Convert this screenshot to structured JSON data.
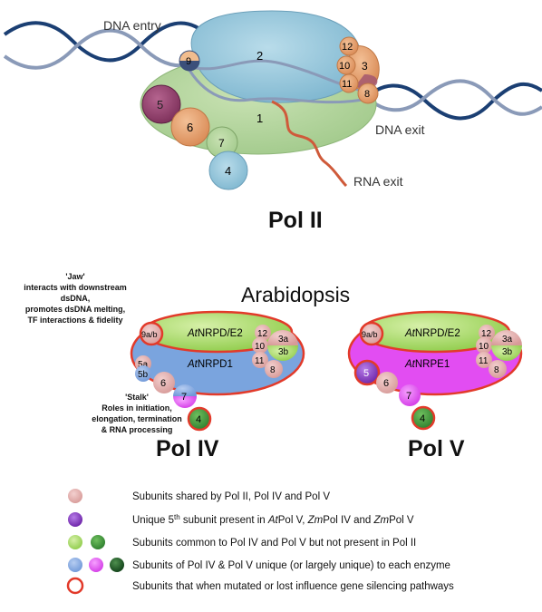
{
  "polII": {
    "title": "Pol II",
    "dna_entry": "DNA entry",
    "dna_exit": "DNA exit",
    "rna_exit": "RNA exit",
    "subunits": [
      "1",
      "2",
      "3",
      "4",
      "5",
      "6",
      "7",
      "8",
      "9",
      "10",
      "11",
      "12"
    ]
  },
  "arabidopsis": {
    "title": "Arabidopsis",
    "jaw_title": "'Jaw'",
    "jaw_lines": [
      "interacts with downstream",
      "dsDNA,",
      "promotes dsDNA melting,",
      "TF interactions & fidelity"
    ],
    "stalk_title": "'Stalk'",
    "stalk_lines": [
      "Roles in initiation,",
      "elongation, termination",
      "& RNA processing"
    ],
    "pol4": {
      "title": "Pol IV",
      "top_prefix": "At",
      "top_rest": "NRPD/E2",
      "body_prefix": "At",
      "body_rest": "NRPD1",
      "s9": "9a/b",
      "s5a": "5a",
      "s5b": "5b",
      "s6": "6",
      "s7": "7",
      "s4": "4",
      "s12": "12",
      "s10": "10",
      "s11": "11",
      "s8": "8",
      "s3a": "3a",
      "s3b": "3b"
    },
    "pol5": {
      "title": "Pol V",
      "top_prefix": "At",
      "top_rest": "NRPD/E2",
      "body_prefix": "At",
      "body_rest": "NRPE1",
      "s9": "9a/b",
      "s5": "5",
      "s6": "6",
      "s7": "7",
      "s4": "4",
      "s12": "12",
      "s10": "10",
      "s11": "11",
      "s8": "8",
      "s3a": "3a",
      "s3b": "3b"
    }
  },
  "legend": [
    {
      "text": "Subunits shared by Pol II, Pol IV and Pol V"
    },
    {
      "pre": "Unique 5",
      "sup": "th",
      "mid1": " subunit present in ",
      "it1": "At",
      "t1": "Pol V, ",
      "it2": "Zm",
      "t2": "Pol IV and ",
      "it3": "Zm",
      "t3": "Pol V"
    },
    {
      "text": "Subunits common to Pol IV and Pol V but not present in Pol II"
    },
    {
      "text": "Subunits of Pol IV & Pol V unique (or largely unique) to each enzyme"
    },
    {
      "text": "Subunits that when mutated or lost influence gene silencing pathways"
    }
  ],
  "colors": {
    "pink": "#e8b0ae",
    "purple": "#8a35c6",
    "lightgreen": "#a6dc6a",
    "darkgreen": "#2f8a2f",
    "blue": "#7aa4de",
    "magenta": "#e24df2",
    "darkestgreen": "#145a1f",
    "red": "#e23a2a",
    "dna": "#1b3f73",
    "dna_light": "#8a9ab8",
    "rna": "#cf5a3a"
  }
}
